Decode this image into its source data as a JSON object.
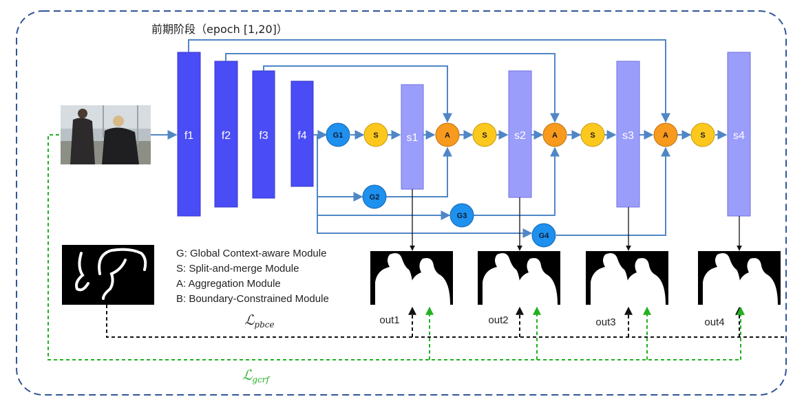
{
  "title": "前期阶段（epoch [1,20]）",
  "encoder": [
    "f1",
    "f2",
    "f3",
    "f4"
  ],
  "decoder": [
    "s1",
    "s2",
    "s3",
    "s4"
  ],
  "global_modules": [
    "G1",
    "G2",
    "G3",
    "G4"
  ],
  "split_label": "S",
  "aggregation_label": "A",
  "outputs": [
    "out1",
    "out2",
    "out3",
    "out4"
  ],
  "legend": [
    "G: Global Context-aware Module",
    "S: Split-and-merge Module",
    "A: Aggregation Module",
    "B: Boundary-Constrained Module"
  ],
  "loss_pbce": {
    "symbol": "ℒ",
    "subscript": "pbce"
  },
  "loss_gcrf": {
    "symbol": "ℒ",
    "subscript": "gcrf"
  },
  "colors": {
    "encoder": "#4a4cf6",
    "decoder": "#9b9dfb",
    "global": "#1e90ee",
    "split": "#fcc81e",
    "aggregation": "#f79a1d",
    "arrow": "#4f86c6",
    "frame": "#2f5597",
    "loss_pbce": "#000000",
    "loss_gcrf": "#22b022"
  }
}
